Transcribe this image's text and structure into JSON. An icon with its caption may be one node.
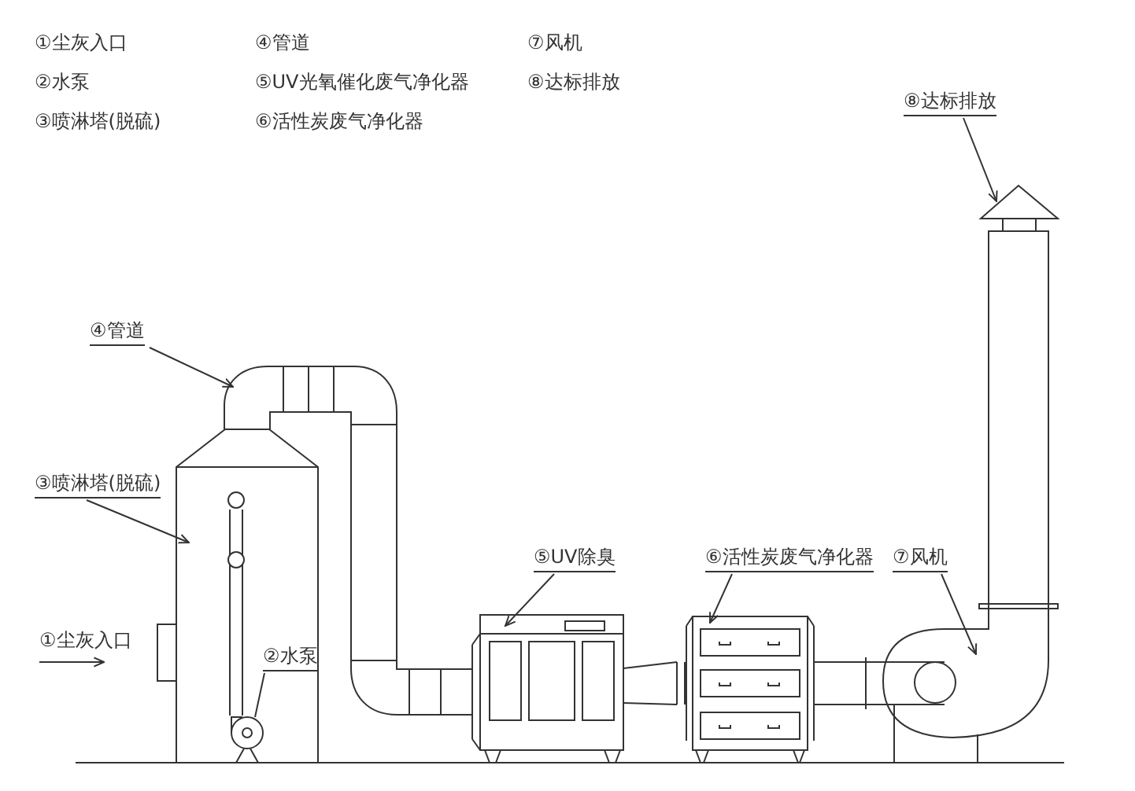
{
  "diagram": {
    "nodes": [
      {
        "text": [
          "④管道"
        ]
      },
      {
        "text": [],
        "shape": "picture"
      },
      {
        "text": [
          "③喷淋塔(脱硫)"
        ]
      },
      {
        "text": [],
        "shape": "picture"
      },
      {
        "text": [
          "②水泵"
        ]
      },
      {
        "text": [],
        "shape": "picture",
        "in": 3
      },
      {
        "text": [
          "⑤UV除臭"
        ]
      },
      {
        "text": [],
        "shape": "picture"
      },
      {
        "text": [
          "⑥活性炭废气净化器"
        ]
      },
      {
        "text": [],
        "shape": "picture"
      },
      {
        "text": [
          "⑦风机"
        ]
      },
      {
        "text": [],
        "shape": "picture"
      },
      {
        "text": [
          "⑧达标排放"
        ]
      },
      {
        "text": [],
        "shape": "picture"
      }
    ],
    "edges": [
      {
        "from": 0,
        "to": 1,
        "arrow": "to"
      },
      {
        "from": 2,
        "to": 3,
        "arrow": "to"
      },
      {
        "from": 4,
        "to": 5,
        "arrow": "none"
      },
      {
        "from": 6,
        "to": 7,
        "arrow": "to"
      },
      {
        "from": 8,
        "to": 9,
        "arrow": "to"
      },
      {
        "from": 10,
        "to": 11,
        "arrow": "to"
      },
      {
        "from": 12,
        "to": 13,
        "arrow": "to"
      }
    ],
    "labels": [
      "①尘灰入口",
      "④管道",
      "⑦风机",
      "②水泵",
      "⑤UV光氧催化废气净化器",
      "⑧达标排放",
      "③喷淋塔(脱硫)",
      "⑥活性炭废气净化器",
      "①尘灰入口"
    ]
  }
}
